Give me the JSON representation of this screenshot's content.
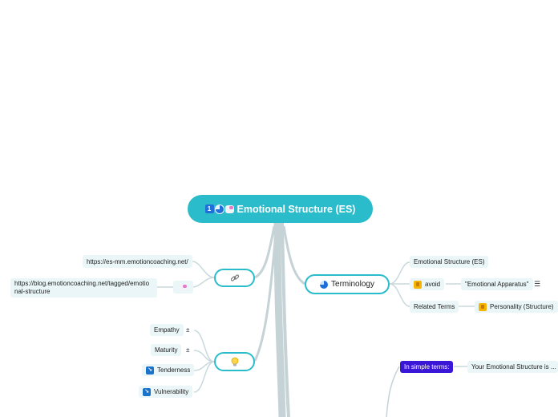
{
  "central": {
    "title": "Emotional Structure (ES)",
    "badge_number": "1"
  },
  "links_node": {
    "icon": "link-icon",
    "items": [
      {
        "text": "https://es-mm.emotioncoaching.net/"
      },
      {
        "text": "https://blog.emotioncoaching.net/tagged/emotio\nnal-structure"
      }
    ]
  },
  "ideas_node": {
    "icon": "lightbulb-icon",
    "items": [
      {
        "text": "Empathy"
      },
      {
        "text": "Maturity"
      },
      {
        "text": "Tenderness"
      },
      {
        "text": "Vulnerability"
      }
    ]
  },
  "terminology": {
    "title": "Terminology",
    "items": [
      {
        "text": "Emotional Structure (ES)"
      },
      {
        "text": "avoid"
      },
      {
        "text": "\"Emotional Apparatus\""
      },
      {
        "text": "Related Terms"
      },
      {
        "text": "Personality (Structure)"
      }
    ]
  },
  "simple_terms": {
    "label": "In simple terms:",
    "text": "Your Emotional Structure is ..."
  },
  "colors": {
    "accent": "#2bbccc",
    "branch": "#c9d9dc",
    "simple": "#3a16d6",
    "badge": "#1a73c9"
  }
}
